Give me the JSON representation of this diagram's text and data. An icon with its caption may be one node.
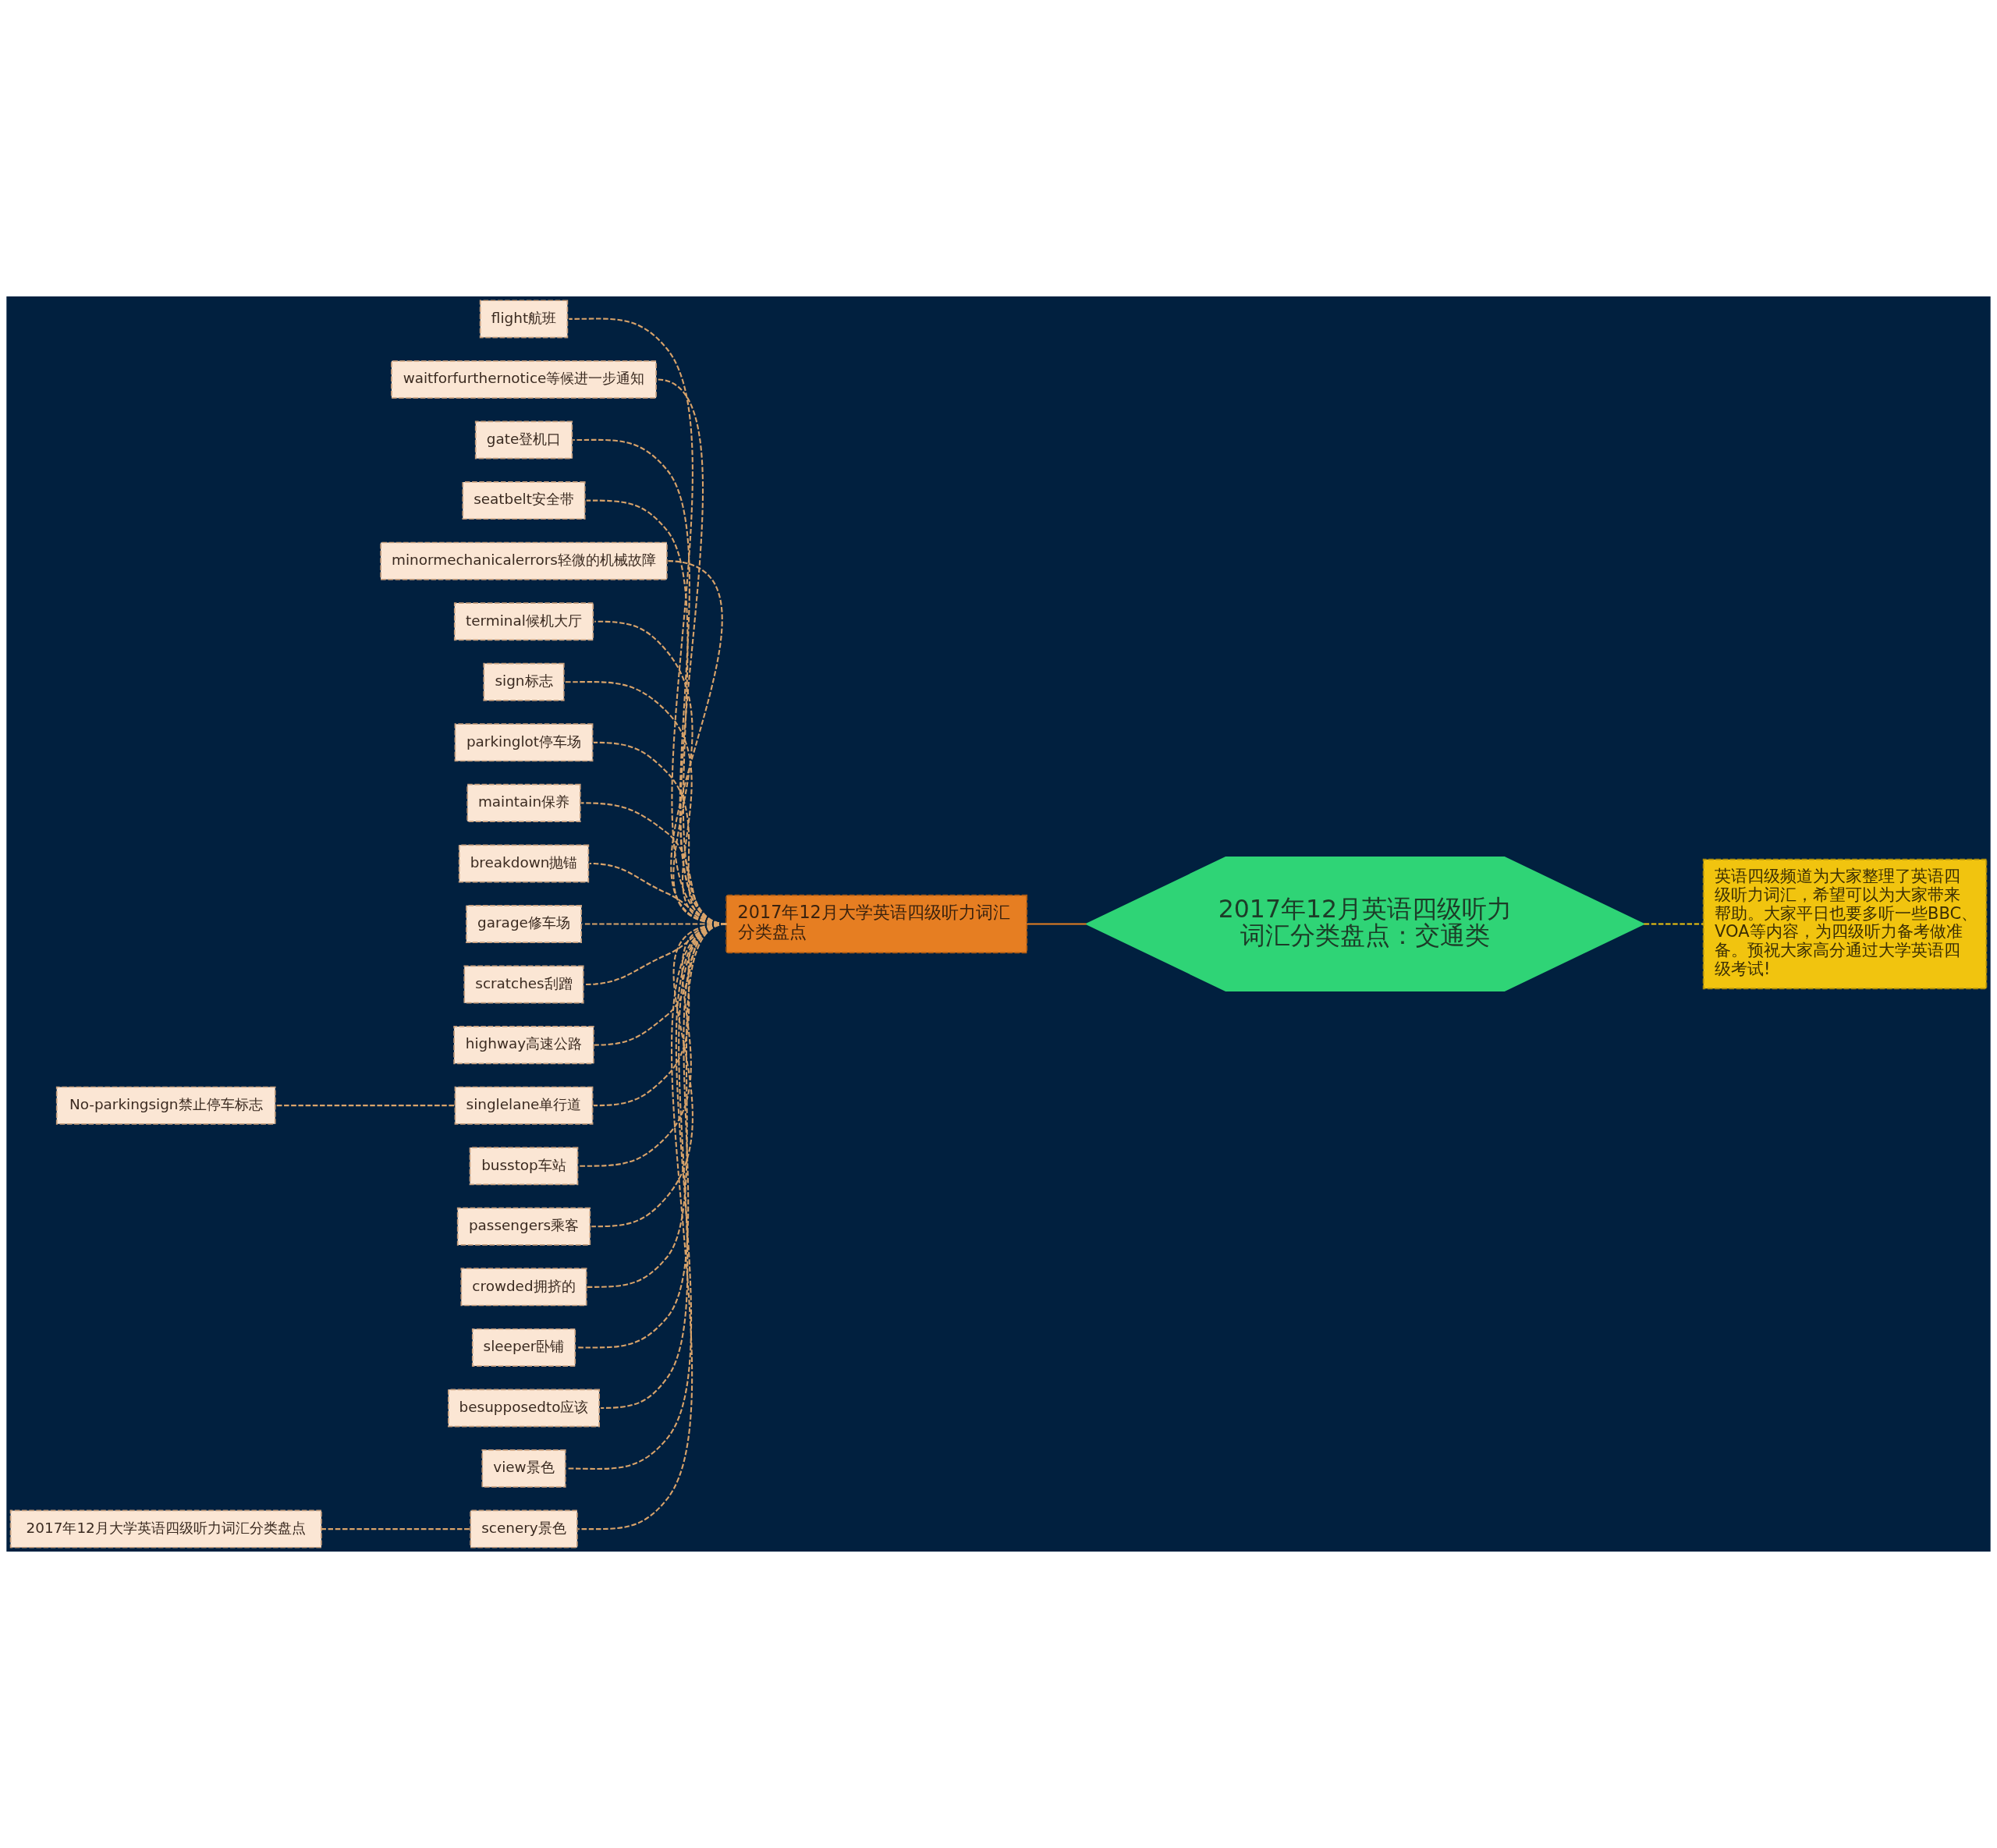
{
  "diagram": {
    "nodes": [
      {
        "text": [
          "2017年12月英语四级听力词汇分类盘点：交通类"
        ]
      },
      {
        "text": [
          "2017年12月大学英语四级听力词汇分类盘点"
        ]
      },
      {
        "text": [
          "英语四级频道为大家整理了英语四级听力词汇，希望可以为大家带来帮助。大家平日也要多听一些BBC、VOA等内容，为四级听力备考做准备。预祝大家高分通过大学英语四级考试!"
        ]
      },
      {
        "text": [
          "flight航班"
        ]
      },
      {
        "text": [
          "waitforfurthernotice等候进一步通知"
        ]
      },
      {
        "text": [
          "gate登机口"
        ]
      },
      {
        "text": [
          "seatbelt安全带"
        ]
      },
      {
        "text": [
          "minormechanicalerrors轻微的机械故障"
        ]
      },
      {
        "text": [
          "terminal候机大厅"
        ]
      },
      {
        "text": [
          "sign标志"
        ]
      },
      {
        "text": [
          "parkinglot停车场"
        ]
      },
      {
        "text": [
          "maintain保养"
        ]
      },
      {
        "text": [
          "breakdown抛锚"
        ]
      },
      {
        "text": [
          "garage修车场"
        ]
      },
      {
        "text": [
          "scratches刮蹭"
        ]
      },
      {
        "text": [
          "highway高速公路"
        ]
      },
      {
        "text": [
          "singlelane单行道"
        ]
      },
      {
        "text": [
          "busstop车站"
        ]
      },
      {
        "text": [
          "passengers乘客"
        ]
      },
      {
        "text": [
          "crowded拥挤的"
        ]
      },
      {
        "text": [
          "sleeper卧铺"
        ]
      },
      {
        "text": [
          "besupposedto应该"
        ]
      },
      {
        "text": [
          "view景色"
        ]
      },
      {
        "text": [
          "scenery景色"
        ]
      },
      {
        "text": [
          "No-parkingsign禁止停车标志"
        ]
      },
      {
        "text": [
          "2017年12月大学英语四级听力词汇分类盘点"
        ]
      }
    ],
    "edges": [
      {
        "from": 0,
        "to": 1,
        "arrow": "none",
        "color": "#e67e22"
      },
      {
        "from": 0,
        "to": 2,
        "arrow": "none",
        "style": "dashed",
        "color": "#f1c40f"
      },
      {
        "from": 1,
        "to": 3,
        "arrow": "none",
        "style": "dashed"
      },
      {
        "from": 1,
        "to": 4,
        "arrow": "none",
        "style": "dashed"
      },
      {
        "from": 1,
        "to": 5,
        "arrow": "none",
        "style": "dashed"
      },
      {
        "from": 1,
        "to": 6,
        "arrow": "none",
        "style": "dashed"
      },
      {
        "from": 1,
        "to": 7,
        "arrow": "none",
        "style": "dashed"
      },
      {
        "from": 1,
        "to": 8,
        "arrow": "none",
        "style": "dashed"
      },
      {
        "from": 1,
        "to": 9,
        "arrow": "none",
        "style": "dashed"
      },
      {
        "from": 1,
        "to": 10,
        "arrow": "none",
        "style": "dashed"
      },
      {
        "from": 1,
        "to": 11,
        "arrow": "none",
        "style": "dashed"
      },
      {
        "from": 1,
        "to": 12,
        "arrow": "none",
        "style": "dashed"
      },
      {
        "from": 1,
        "to": 13,
        "arrow": "none",
        "style": "dashed"
      },
      {
        "from": 1,
        "to": 14,
        "arrow": "none",
        "style": "dashed"
      },
      {
        "from": 1,
        "to": 15,
        "arrow": "none",
        "style": "dashed"
      },
      {
        "from": 1,
        "to": 16,
        "arrow": "none",
        "style": "dashed"
      },
      {
        "from": 1,
        "to": 17,
        "arrow": "none",
        "style": "dashed"
      },
      {
        "from": 1,
        "to": 18,
        "arrow": "none",
        "style": "dashed"
      },
      {
        "from": 1,
        "to": 19,
        "arrow": "none",
        "style": "dashed"
      },
      {
        "from": 1,
        "to": 20,
        "arrow": "none",
        "style": "dashed"
      },
      {
        "from": 1,
        "to": 21,
        "arrow": "none",
        "style": "dashed"
      },
      {
        "from": 1,
        "to": 22,
        "arrow": "none",
        "style": "dashed"
      },
      {
        "from": 1,
        "to": 23,
        "arrow": "none",
        "style": "dashed"
      },
      {
        "from": 16,
        "to": 24,
        "arrow": "none",
        "style": "dashed"
      },
      {
        "from": 23,
        "to": 25,
        "arrow": "none",
        "style": "dashed"
      }
    ]
  }
}
